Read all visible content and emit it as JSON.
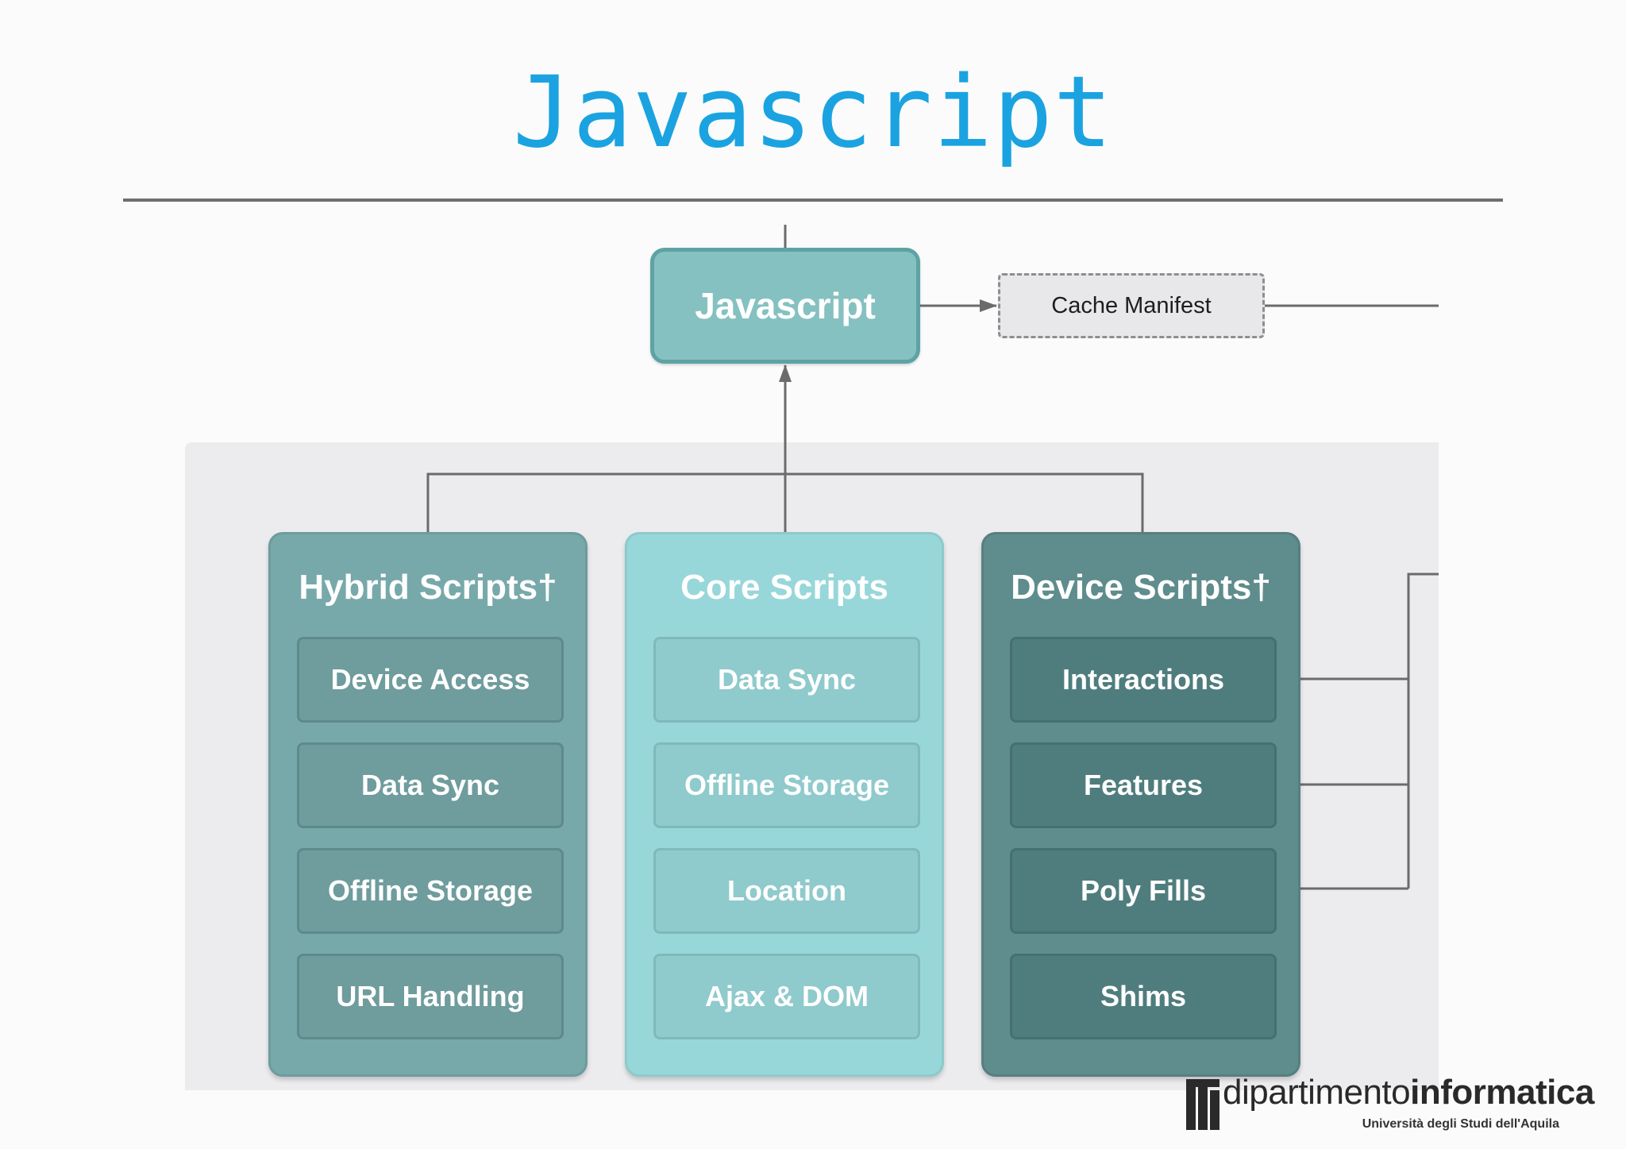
{
  "slide": {
    "title": "Javascript"
  },
  "diagram": {
    "root": "Javascript",
    "cache": "Cache Manifest",
    "columns": [
      {
        "title": "Hybrid Scripts†",
        "items": [
          "Device Access",
          "Data Sync",
          "Offline Storage",
          "URL Handling"
        ]
      },
      {
        "title": "Core Scripts",
        "items": [
          "Data Sync",
          "Offline Storage",
          "Location",
          "Ajax & DOM"
        ]
      },
      {
        "title": "Device Scripts†",
        "items": [
          "Interactions",
          "Features",
          "Poly Fills",
          "Shims"
        ]
      }
    ]
  },
  "logo": {
    "name_prefix": "dipartimento",
    "name_suffix": "informatica",
    "subtitle": "Università degli Studi dell'Aquila"
  },
  "colors": {
    "title": "#1aa3e0",
    "hybrid": "#78a9aa",
    "core": "#98d7d9",
    "device": "#5f8c8d"
  }
}
